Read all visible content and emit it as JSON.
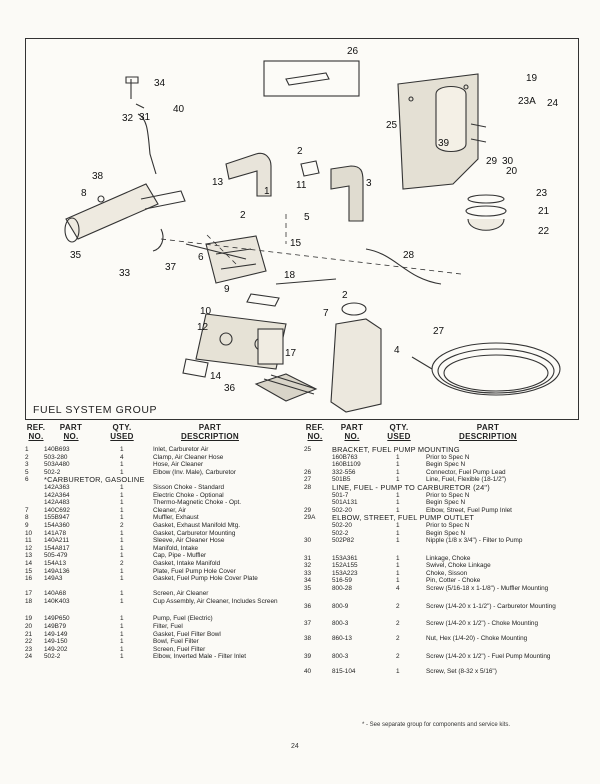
{
  "page_number": "24",
  "edge_mark": "(",
  "diagram": {
    "caption": "FUEL SYSTEM GROUP",
    "callouts": [
      "34",
      "40",
      "32",
      "31",
      "38",
      "8",
      "13",
      "1",
      "2",
      "11",
      "3",
      "26",
      "19",
      "23A",
      "24",
      "25",
      "39",
      "29",
      "30",
      "20",
      "23",
      "21",
      "22",
      "35",
      "33",
      "37",
      "6",
      "5",
      "15",
      "18",
      "28",
      "9",
      "10",
      "7",
      "12",
      "14",
      "36",
      "17",
      "27",
      "2",
      "2",
      "4"
    ]
  },
  "table_header": {
    "ref": [
      "REF.",
      "NO."
    ],
    "part": [
      "PART",
      "NO."
    ],
    "qty": [
      "QTY.",
      "USED"
    ],
    "desc": [
      "PART",
      "DESCRIPTION"
    ]
  },
  "left_rows": [
    {
      "ref": "1",
      "part": "140B693",
      "qty": "1",
      "desc": "Inlet, Carburetor Air"
    },
    {
      "ref": "2",
      "part": "503-280",
      "qty": "4",
      "desc": "Clamp, Air Cleaner Hose"
    },
    {
      "ref": "3",
      "part": "503A480",
      "qty": "1",
      "desc": "Hose, Air Cleaner"
    },
    {
      "ref": "5",
      "part": "502-2",
      "qty": "1",
      "desc": "Elbow (Inv. Male), Carburetor"
    },
    {
      "ref": "6",
      "part": "",
      "qty": "",
      "desc": "*CARBURETOR, GASOLINE",
      "group": true
    },
    {
      "ref": "",
      "part": "142A363",
      "qty": "1",
      "desc": "Sisson Choke - Standard"
    },
    {
      "ref": "",
      "part": "142A364",
      "qty": "1",
      "desc": "Electric Choke - Optional"
    },
    {
      "ref": "",
      "part": "142A483",
      "qty": "1",
      "desc": "Thermo-Magnetic Choke - Opt."
    },
    {
      "ref": "7",
      "part": "140C692",
      "qty": "1",
      "desc": "Cleaner, Air"
    },
    {
      "ref": "8",
      "part": "155B947",
      "qty": "1",
      "desc": "Muffler, Exhaust"
    },
    {
      "ref": "9",
      "part": "154A360",
      "qty": "2",
      "desc": "Gasket, Exhaust Manifold Mtg."
    },
    {
      "ref": "10",
      "part": "141A78",
      "qty": "1",
      "desc": "Gasket, Carburetor Mounting"
    },
    {
      "ref": "11",
      "part": "140A211",
      "qty": "1",
      "desc": "Sleeve, Air Cleaner Hose"
    },
    {
      "ref": "12",
      "part": "154A817",
      "qty": "1",
      "desc": "Manifold, Intake"
    },
    {
      "ref": "13",
      "part": "505-479",
      "qty": "1",
      "desc": "Cap, Pipe - Muffler"
    },
    {
      "ref": "14",
      "part": "154A13",
      "qty": "2",
      "desc": "Gasket, Intake Manifold"
    },
    {
      "ref": "15",
      "part": "149A136",
      "qty": "1",
      "desc": "Plate, Fuel Pump Hole Cover"
    },
    {
      "ref": "16",
      "part": "149A3",
      "qty": "1",
      "desc": "Gasket, Fuel Pump Hole Cover Plate",
      "lines": 2
    },
    {
      "ref": "17",
      "part": "140A68",
      "qty": "1",
      "desc": "Screen, Air Cleaner"
    },
    {
      "ref": "18",
      "part": "140K403",
      "qty": "1",
      "desc": "Cup Assembly, Air Cleaner, Includes Screen",
      "lines": 2
    },
    {
      "gap": true
    },
    {
      "ref": "19",
      "part": "149P650",
      "qty": "1",
      "desc": "Pump, Fuel (Electric)"
    },
    {
      "ref": "20",
      "part": "149B79",
      "qty": "1",
      "desc": "Filter, Fuel"
    },
    {
      "ref": "21",
      "part": "149-149",
      "qty": "1",
      "desc": "Gasket, Fuel Filter Bowl"
    },
    {
      "ref": "22",
      "part": "149-150",
      "qty": "1",
      "desc": "Bowl, Fuel Filter"
    },
    {
      "ref": "23",
      "part": "149-202",
      "qty": "1",
      "desc": "Screen, Fuel Filter"
    },
    {
      "ref": "24",
      "part": "502-2",
      "qty": "1",
      "desc": "Elbow, Inverted Male - Filter Inlet",
      "lines": 2
    }
  ],
  "right_rows": [
    {
      "ref": "25",
      "part": "",
      "qty": "",
      "desc": "BRACKET, FUEL PUMP MOUNTING",
      "group": true
    },
    {
      "ref": "",
      "part": "160B763",
      "qty": "1",
      "desc": "Prior to Spec N"
    },
    {
      "ref": "",
      "part": "160B1109",
      "qty": "1",
      "desc": "Begin Spec N"
    },
    {
      "ref": "26",
      "part": "332-556",
      "qty": "1",
      "desc": "Connector, Fuel Pump Lead"
    },
    {
      "ref": "27",
      "part": "501B5",
      "qty": "1",
      "desc": "Line, Fuel, Flexible (18-1/2\")"
    },
    {
      "ref": "28",
      "part": "",
      "qty": "",
      "desc": "LINE, FUEL - PUMP TO CARBURETOR (24\")",
      "group": true
    },
    {
      "ref": "",
      "part": "501-7",
      "qty": "1",
      "desc": "Prior to Spec N"
    },
    {
      "ref": "",
      "part": "501A131",
      "qty": "1",
      "desc": "Begin Spec N"
    },
    {
      "ref": "29",
      "part": "502-20",
      "qty": "1",
      "desc": "Elbow, Street, Fuel Pump Inlet"
    },
    {
      "ref": "29A",
      "part": "",
      "qty": "",
      "desc": "ELBOW, STREET, FUEL PUMP OUTLET",
      "group": true
    },
    {
      "ref": "",
      "part": "502-20",
      "qty": "1",
      "desc": "Prior to Spec N"
    },
    {
      "ref": "",
      "part": "502-2",
      "qty": "1",
      "desc": "Begin Spec N"
    },
    {
      "ref": "30",
      "part": "502P82",
      "qty": "1",
      "desc": "Nipple (1/8 x 3/4\") - Filter to Pump",
      "lines": 2
    },
    {
      "gap": true
    },
    {
      "ref": "31",
      "part": "153A361",
      "qty": "1",
      "desc": "Linkage, Choke"
    },
    {
      "ref": "32",
      "part": "152A155",
      "qty": "1",
      "desc": "Swivel, Choke Linkage"
    },
    {
      "ref": "33",
      "part": "153A223",
      "qty": "1",
      "desc": "Choke, Sisson"
    },
    {
      "ref": "34",
      "part": "516-59",
      "qty": "1",
      "desc": "Pin, Cotter - Choke"
    },
    {
      "ref": "35",
      "part": "800-28",
      "qty": "4",
      "desc": "Screw (5/16-18 x 1-1/8\") - Muffler Mounting",
      "lines": 2
    },
    {
      "gap": true
    },
    {
      "ref": "36",
      "part": "800-9",
      "qty": "2",
      "desc": "Screw (1/4-20 x 1-1/2\") - Carburetor Mounting",
      "lines": 2
    },
    {
      "gap": true
    },
    {
      "ref": "37",
      "part": "800-3",
      "qty": "2",
      "desc": "Screw (1/4-20 x 1/2\") - Choke Mounting",
      "lines": 2
    },
    {
      "ref": "38",
      "part": "860-13",
      "qty": "2",
      "desc": "Nut, Hex (1/4-20) - Choke Mounting",
      "lines": 2
    },
    {
      "gap": true
    },
    {
      "ref": "39",
      "part": "800-3",
      "qty": "2",
      "desc": "Screw (1/4-20 x 1/2\") - Fuel Pump Mounting",
      "lines": 2
    },
    {
      "ref": "40",
      "part": "815-104",
      "qty": "1",
      "desc": "Screw, Set (8-32 x 5/16\")"
    }
  ],
  "footnote": "* - See separate group for components and service kits."
}
